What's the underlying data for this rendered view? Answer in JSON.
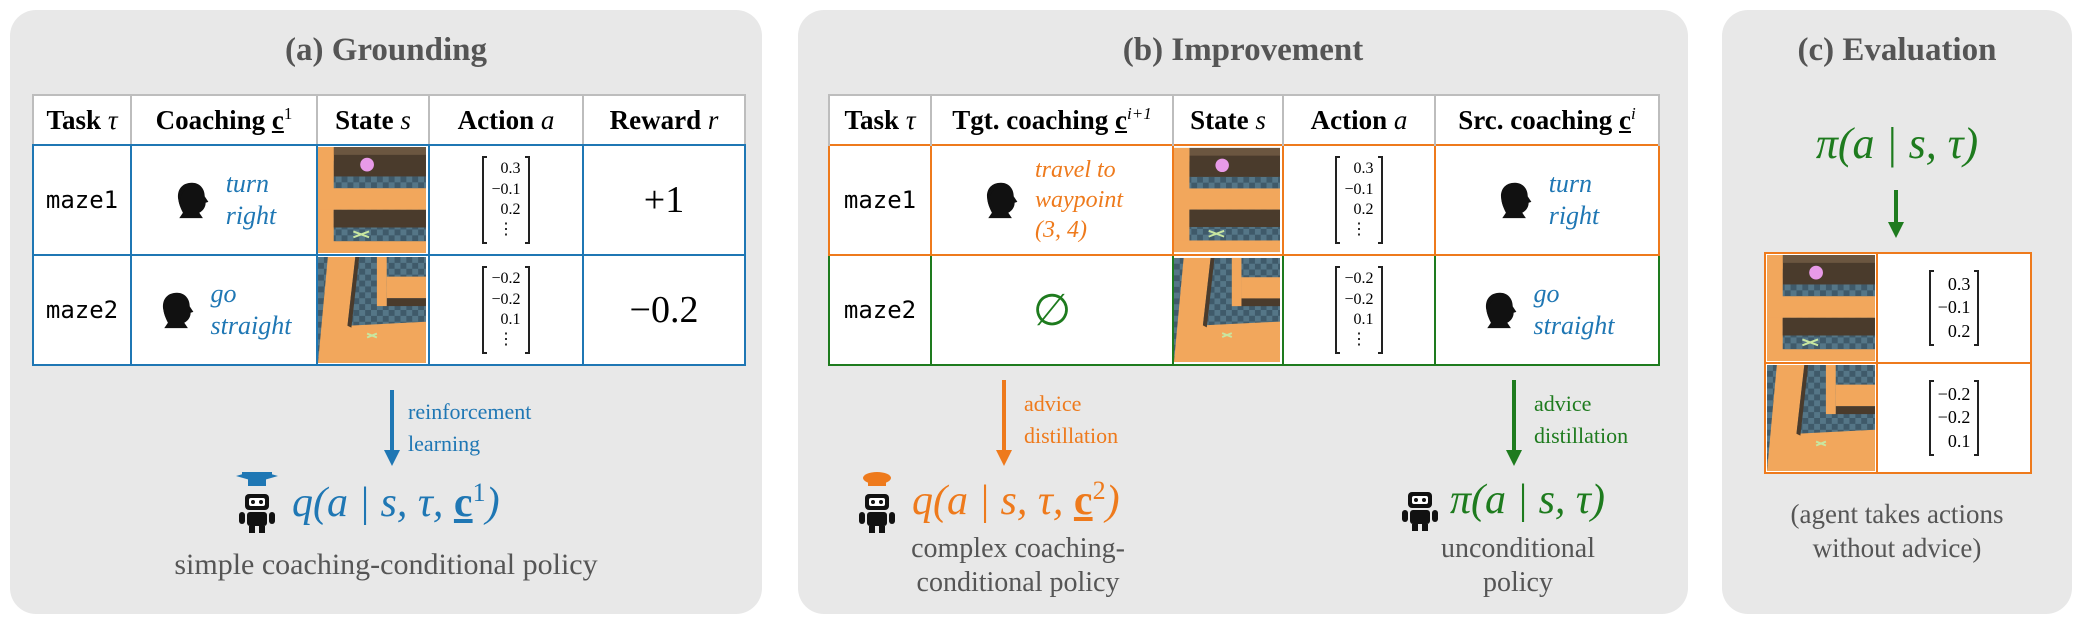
{
  "colors": {
    "blue": "#1f77b4",
    "orange": "#ee7a1c",
    "green": "#1e7b1e",
    "panel": "#e8e8e8",
    "title": "#555555"
  },
  "grounding": {
    "title": "(a) Grounding",
    "headers": {
      "task": "Task",
      "coaching": "Coaching",
      "state": "State",
      "action": "Action",
      "reward": "Reward"
    },
    "header_symbols": {
      "task": "τ",
      "coaching_c": "c",
      "coaching_sup": "1",
      "state": "s",
      "action": "a",
      "reward": "r"
    },
    "rows": [
      {
        "task": "maze1",
        "coaching_line1": "turn",
        "coaching_line2": "right",
        "action": [
          "0.3",
          "−0.1",
          "0.2",
          "⋮"
        ],
        "reward": "+1"
      },
      {
        "task": "maze2",
        "coaching_line1": "go",
        "coaching_line2": "straight",
        "action": [
          "−0.2",
          "−0.2",
          "0.1",
          "⋮"
        ],
        "reward": "−0.2"
      }
    ],
    "arrow_label_line1": "reinforcement",
    "arrow_label_line2": "learning",
    "policy_prefix": "q(a | s, τ, ",
    "policy_c": "c",
    "policy_sup": "1",
    "policy_suffix": ")",
    "caption": "simple coaching-conditional policy"
  },
  "improvement": {
    "title": "(b) Improvement",
    "headers": {
      "task": "Task",
      "tgt": "Tgt. coaching",
      "state": "State",
      "action": "Action",
      "src": "Src. coaching"
    },
    "header_symbols": {
      "task": "τ",
      "tgt_c": "c",
      "tgt_sup": "i+1",
      "state": "s",
      "action": "a",
      "src_c": "c",
      "src_sup": "i"
    },
    "rows": [
      {
        "task": "maze1",
        "tgt_line1": "travel to",
        "tgt_line2": "waypoint",
        "tgt_line3": "(3, 4)",
        "action": [
          "0.3",
          "−0.1",
          "0.2",
          "⋮"
        ],
        "src_line1": "turn",
        "src_line2": "right"
      },
      {
        "task": "maze2",
        "tgt_empty": "∅",
        "action": [
          "−0.2",
          "−0.2",
          "0.1",
          "⋮"
        ],
        "src_line1": "go",
        "src_line2": "straight"
      }
    ],
    "left_arrow_line1": "advice",
    "left_arrow_line2": "distillation",
    "right_arrow_line1": "advice",
    "right_arrow_line2": "distillation",
    "left_policy_prefix": "q(a | s, τ, ",
    "left_policy_c": "c",
    "left_policy_sup": "2",
    "left_policy_suffix": ")",
    "left_caption_line1": "complex coaching-",
    "left_caption_line2": "conditional policy",
    "right_policy": "π(a | s, τ)",
    "right_caption_line1": "unconditional",
    "right_caption_line2": "policy"
  },
  "evaluation": {
    "title": "(c) Evaluation",
    "policy": "π(a | s, τ)",
    "rows": [
      {
        "action": [
          "0.3",
          "−0.1",
          "0.2"
        ]
      },
      {
        "action": [
          "−0.2",
          "−0.2",
          "0.1"
        ]
      }
    ],
    "caption_line1": "(agent takes actions",
    "caption_line2": "without advice)"
  }
}
